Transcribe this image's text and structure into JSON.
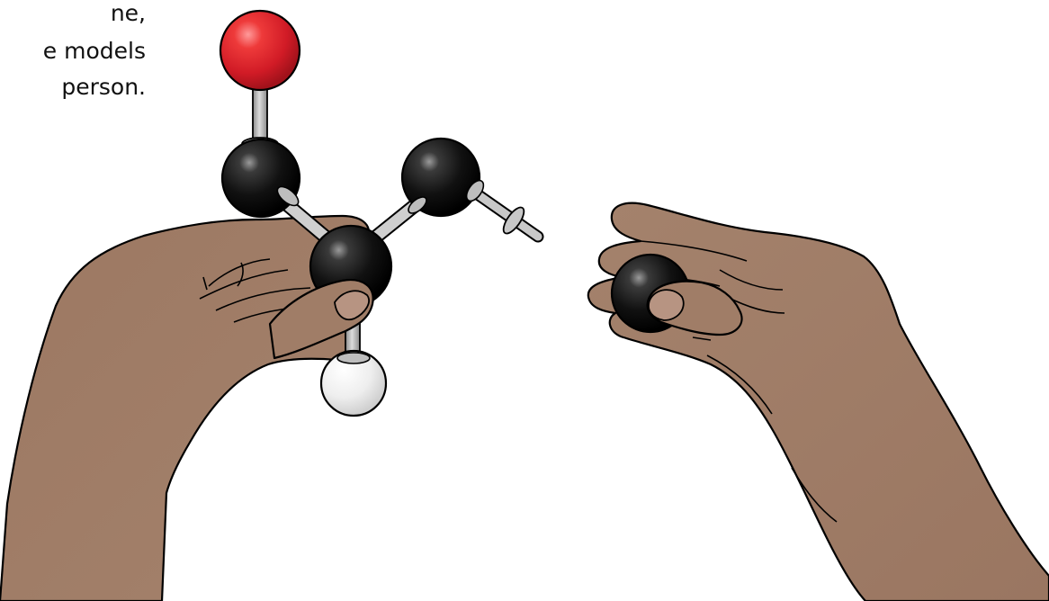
{
  "caption": {
    "line1": "ne,",
    "line2": "e models",
    "line3": "person."
  },
  "colors": {
    "skin": "#A07D67",
    "skin_shadow": "#8E6C57",
    "outline": "#000000",
    "oxygen_atom": "#E2202E",
    "carbon_atom": "#111111",
    "hydrogen_atom": "#EEEEEE",
    "bond_stick": "#BFBFBF",
    "background": "#FFFFFF"
  },
  "scene": {
    "left_hand": "left-hand-holding-molecule",
    "right_hand": "right-hand-holding-carbon-atom"
  }
}
